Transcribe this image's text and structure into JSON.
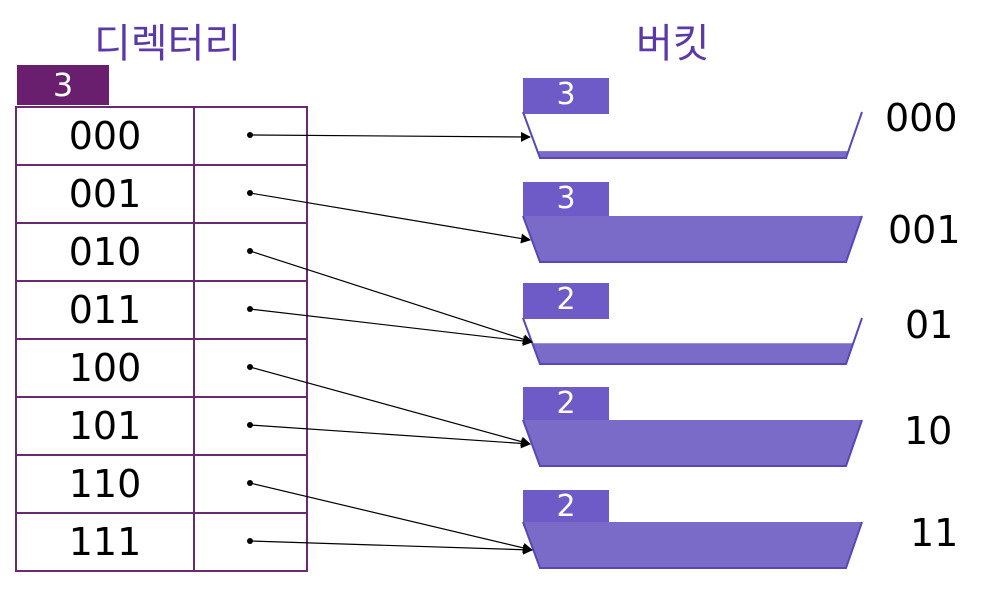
{
  "directory": {
    "title": "디렉터리",
    "global_depth": "3",
    "entries": [
      "000",
      "001",
      "010",
      "011",
      "100",
      "101",
      "110",
      "111"
    ]
  },
  "buckets": {
    "title": "버킷",
    "items": [
      {
        "local_depth": "3",
        "label": "000",
        "fill": 0.15
      },
      {
        "local_depth": "3",
        "label": "001",
        "fill": 1.0
      },
      {
        "local_depth": "2",
        "label": "01",
        "fill": 0.45
      },
      {
        "local_depth": "2",
        "label": "10",
        "fill": 1.0
      },
      {
        "local_depth": "2",
        "label": "11",
        "fill": 1.0
      }
    ]
  },
  "pointers": [
    0,
    1,
    2,
    2,
    3,
    3,
    4,
    4
  ],
  "colors": {
    "bucket_fill": "#7a6bc8",
    "bucket_stroke": "#5b46b8",
    "table_border": "#6a2a6e",
    "global_depth_bg": "#6a1f6e",
    "local_depth_bg": "#6f5bc8",
    "title": "#5b3aa8"
  }
}
